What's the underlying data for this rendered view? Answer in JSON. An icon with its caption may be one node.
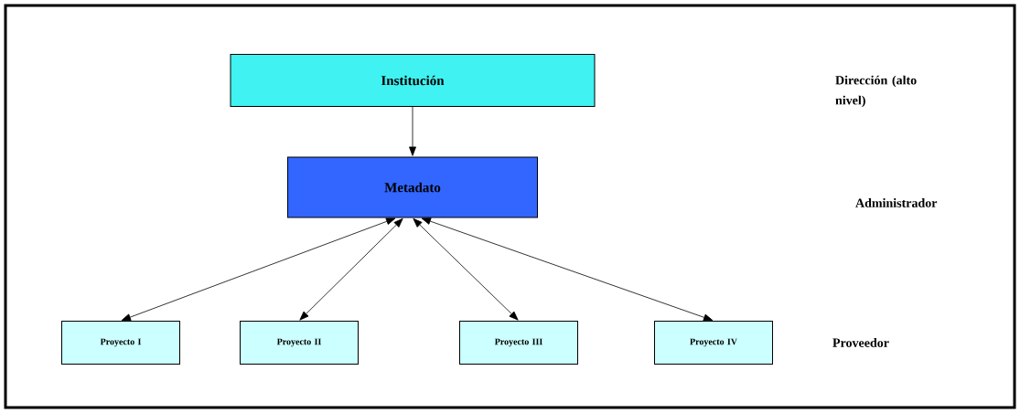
{
  "diagram": {
    "nodes": [
      {
        "text": [
          "Institución"
        ]
      },
      {
        "text": [
          "Metadato"
        ]
      },
      {
        "text": [
          "Proyecto I"
        ]
      },
      {
        "text": [
          "Proyecto II"
        ]
      },
      {
        "text": [
          "Proyecto III"
        ]
      },
      {
        "text": [
          "Proyecto IV"
        ]
      }
    ],
    "edges": [
      {
        "from": 0,
        "to": 1,
        "arrow": "to"
      },
      {
        "from": 1,
        "to": 2,
        "arrow": "both"
      },
      {
        "from": 1,
        "to": 3,
        "arrow": "both"
      },
      {
        "from": 1,
        "to": 4,
        "arrow": "both"
      },
      {
        "from": 1,
        "to": 5,
        "arrow": "both"
      }
    ],
    "labels": [
      "Dirección (alto nivel)",
      "Administrador",
      "Proveedor"
    ]
  }
}
